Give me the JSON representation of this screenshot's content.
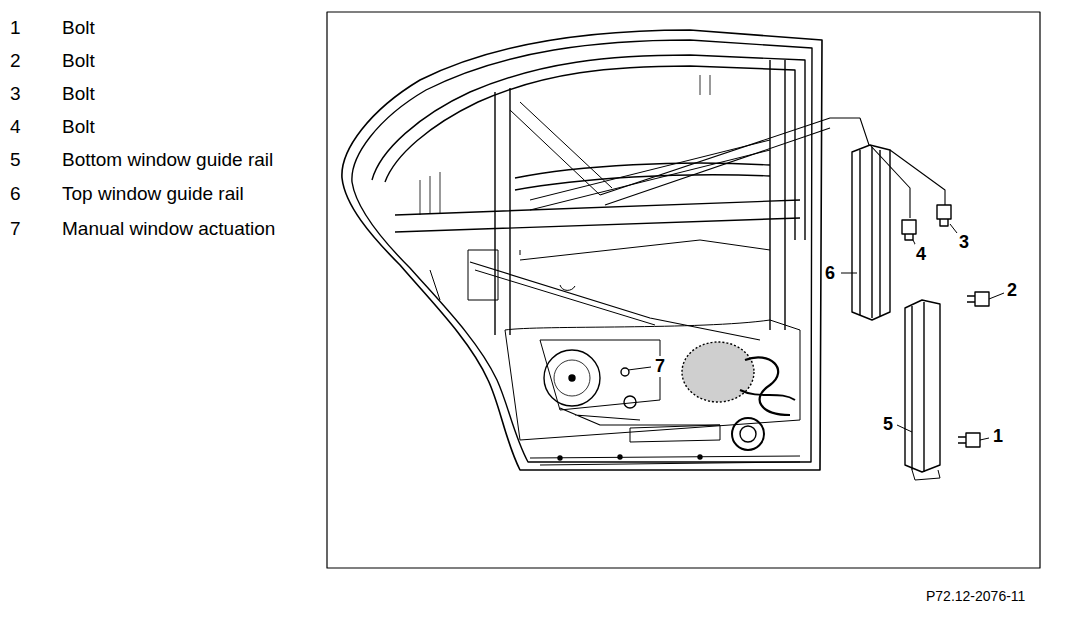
{
  "diagram": {
    "labels": [
      "1",
      "Bolt",
      "2",
      "Bolt",
      "3",
      "Bolt",
      "4",
      "Bolt",
      "5",
      "Bottom window guide rail",
      "6",
      "Top window guide rail",
      "7",
      "Manual window actuation",
      "4",
      "3",
      "6",
      "2",
      "7",
      "5",
      "1",
      "P72.12-2076-11"
    ]
  }
}
